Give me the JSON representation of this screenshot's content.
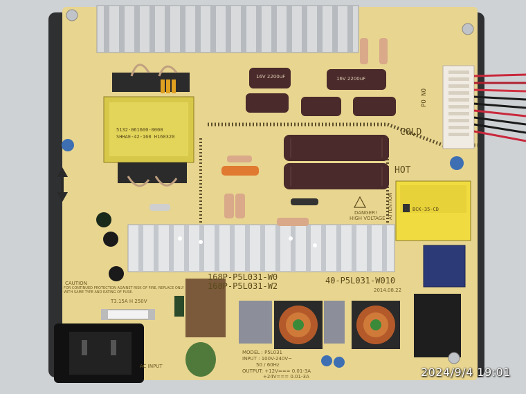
{
  "board": {
    "cold_label": "COLD",
    "hot_label": "HOT",
    "part_number_1": "168P-P5L031-W0",
    "part_number_2": "168P-P5L031-W2",
    "part_number_3": "40-P5L031-W010",
    "date_code": "2014.08.22",
    "caution_title": "CAUTION",
    "caution_text": "FOR CONTINUED PROTECTION AGAINST RISK OF FIRE, REPLACE ONLY WITH SAME TYPE AND RATING OF FUSE.",
    "fuse_rating": "T3.15A H 250V",
    "ac_input_label": "AC INPUT",
    "danger_line1": "DANGER!",
    "danger_line2": "HIGH VOLTAGE",
    "attention_label": "ATTENTION",
    "po_no_label": "PO NO",
    "transformer_code_1": "5132-061600-0000",
    "transformer_code_2": "SHHAE-42-160  H160320",
    "transformer2_code": "BCK-35-CD",
    "model_label": "MODEL : P5L031",
    "input_label": "INPUT : 100V-240V~",
    "freq_label": "50 / 60Hz",
    "output_label_1": "OUTPUT: +12V=== 0.01-3A",
    "output_label_2": "+24V=== 0.01-3A"
  },
  "timestamp": "2024/9/4  19:01",
  "colors": {
    "pcb": "#e8d590",
    "heatsink": "#d8dadc",
    "capacitor": "#4a2a2a",
    "background": "#cfd2d4"
  }
}
